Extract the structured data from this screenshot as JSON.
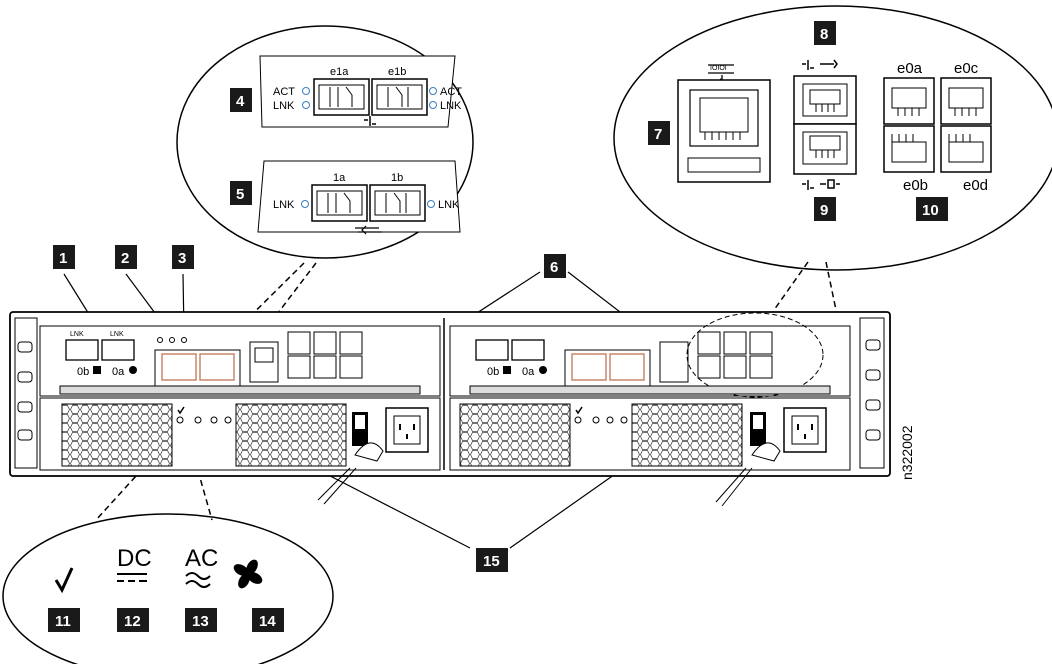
{
  "figure_id": "n322002",
  "callouts": [
    "1",
    "2",
    "3",
    "4",
    "5",
    "6",
    "7",
    "8",
    "9",
    "10",
    "11",
    "12",
    "13",
    "14",
    "15"
  ],
  "bubble_ports_top": {
    "e1a": "e1a",
    "e1b": "e1b",
    "act": "ACT",
    "lnk": "LNK"
  },
  "bubble_ports_bottom": {
    "p1a": "1a",
    "p1b": "1b",
    "lnk": "LNK"
  },
  "bubble_right": {
    "serial_label": "IOIOI",
    "e0a": "e0a",
    "e0c": "e0c",
    "e0b": "e0b",
    "e0d": "e0d"
  },
  "led_bubble": {
    "dc": "DC",
    "ac": "AC"
  },
  "chassis": {
    "p0b": "0b",
    "p0a": "0a",
    "lnk_small": "LNK"
  },
  "icons": [
    "checkmark-icon",
    "dc-symbol-icon",
    "ac-symbol-icon",
    "fan-icon",
    "wrench-icon",
    "bug-icon",
    "serial-console-icon",
    "network-icon",
    "sas-icon"
  ],
  "colors": {
    "led": "#3a7fc4",
    "port_highlight": "#c9866a",
    "badge": "#1a1a1a"
  }
}
